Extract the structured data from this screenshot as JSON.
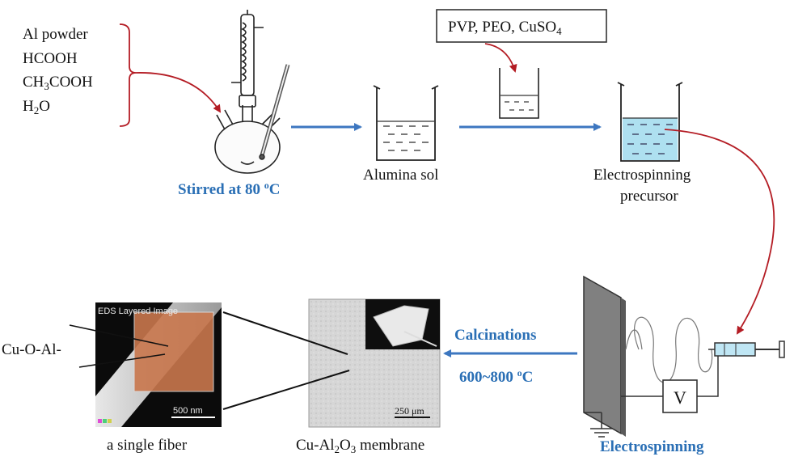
{
  "reactants": {
    "items": [
      "Al powder",
      "HCOOH",
      "CH3COOH",
      "H2O"
    ]
  },
  "steps": {
    "stirred": "Stirred at 80 oC",
    "alumina_sol": "Alumina sol",
    "additives": "PVP, PEO, CuSO4",
    "precursor_line1": "Electrospinning",
    "precursor_line2": "precursor",
    "electrospinning": "Electrospinning",
    "voltage": "V",
    "calcination_line1": "Calcinations",
    "calcination_line2": "600~800 oC",
    "membrane": "Cu-Al2O3 membrane",
    "single_fiber": "a single fiber",
    "cu_o_al": "Cu-O-Al-"
  },
  "micrographs": {
    "eds_title": "EDS Layered Image",
    "eds_scale": "500 nm",
    "membrane_scale": "250 μm"
  },
  "colors": {
    "arrow_blue": "#3d77c0",
    "arrow_red": "#b41c24",
    "label_blue": "#2a6fb5",
    "fiber_orange": "#c9774d",
    "solution_blue": "#aee0f0"
  }
}
